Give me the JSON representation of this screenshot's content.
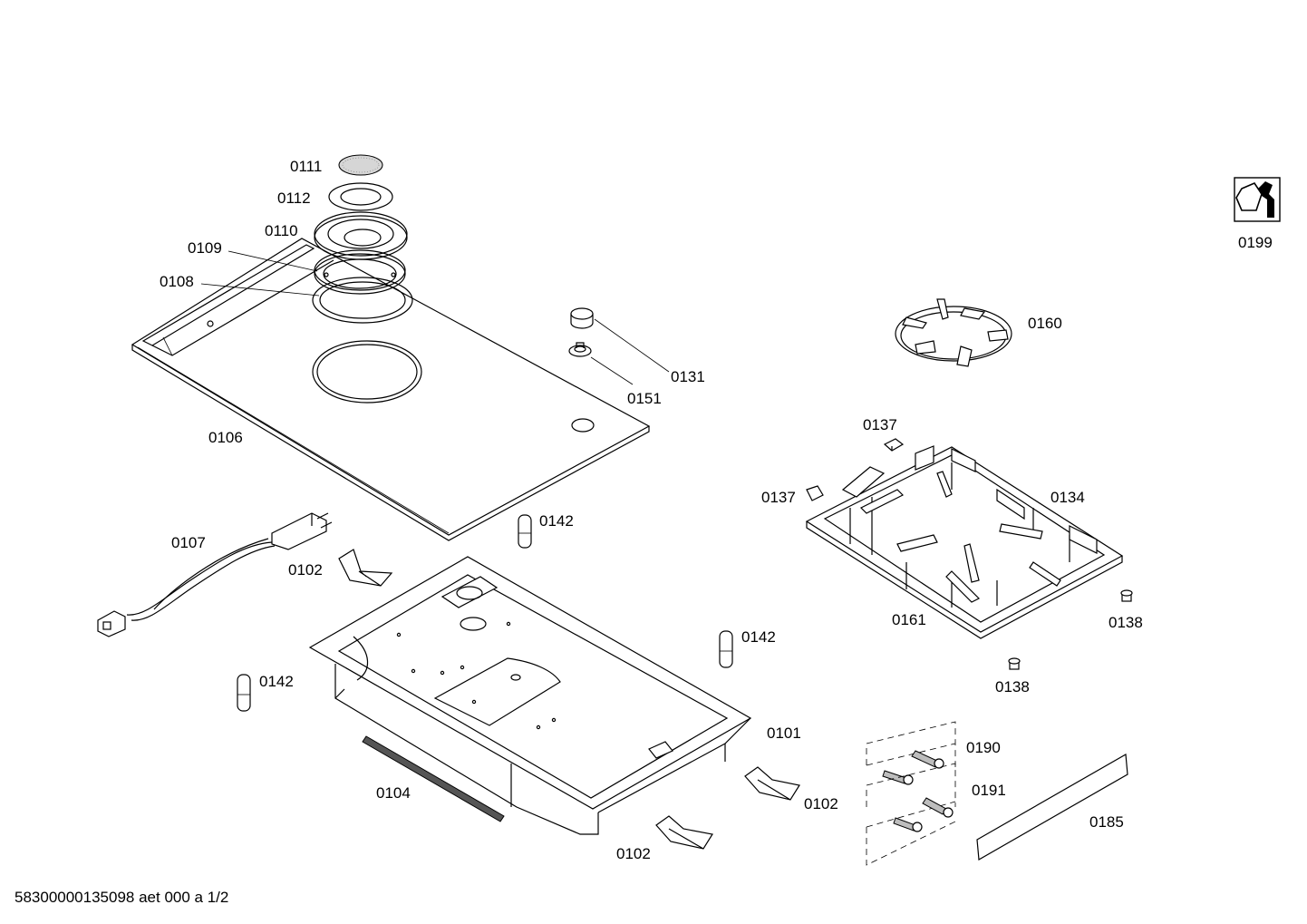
{
  "footer_text": "58300000135098 aet 000 a 1/2",
  "parts": {
    "p0111": "0111",
    "p0112": "0112",
    "p0110": "0110",
    "p0109": "0109",
    "p0108": "0108",
    "p0106": "0106",
    "p0131": "0131",
    "p0151": "0151",
    "p0160": "0160",
    "p0199": "0199",
    "p0137a": "0137",
    "p0137b": "0137",
    "p0134": "0134",
    "p0161": "0161",
    "p0138a": "0138",
    "p0138b": "0138",
    "p0107": "0107",
    "p0102a": "0102",
    "p0102b": "0102",
    "p0102c": "0102",
    "p0142a": "0142",
    "p0142b": "0142",
    "p0142c": "0142",
    "p0101": "0101",
    "p0104": "0104",
    "p0190": "0190",
    "p0191": "0191",
    "p0185": "0185"
  },
  "icons": {
    "service": "service-tool-icon"
  }
}
